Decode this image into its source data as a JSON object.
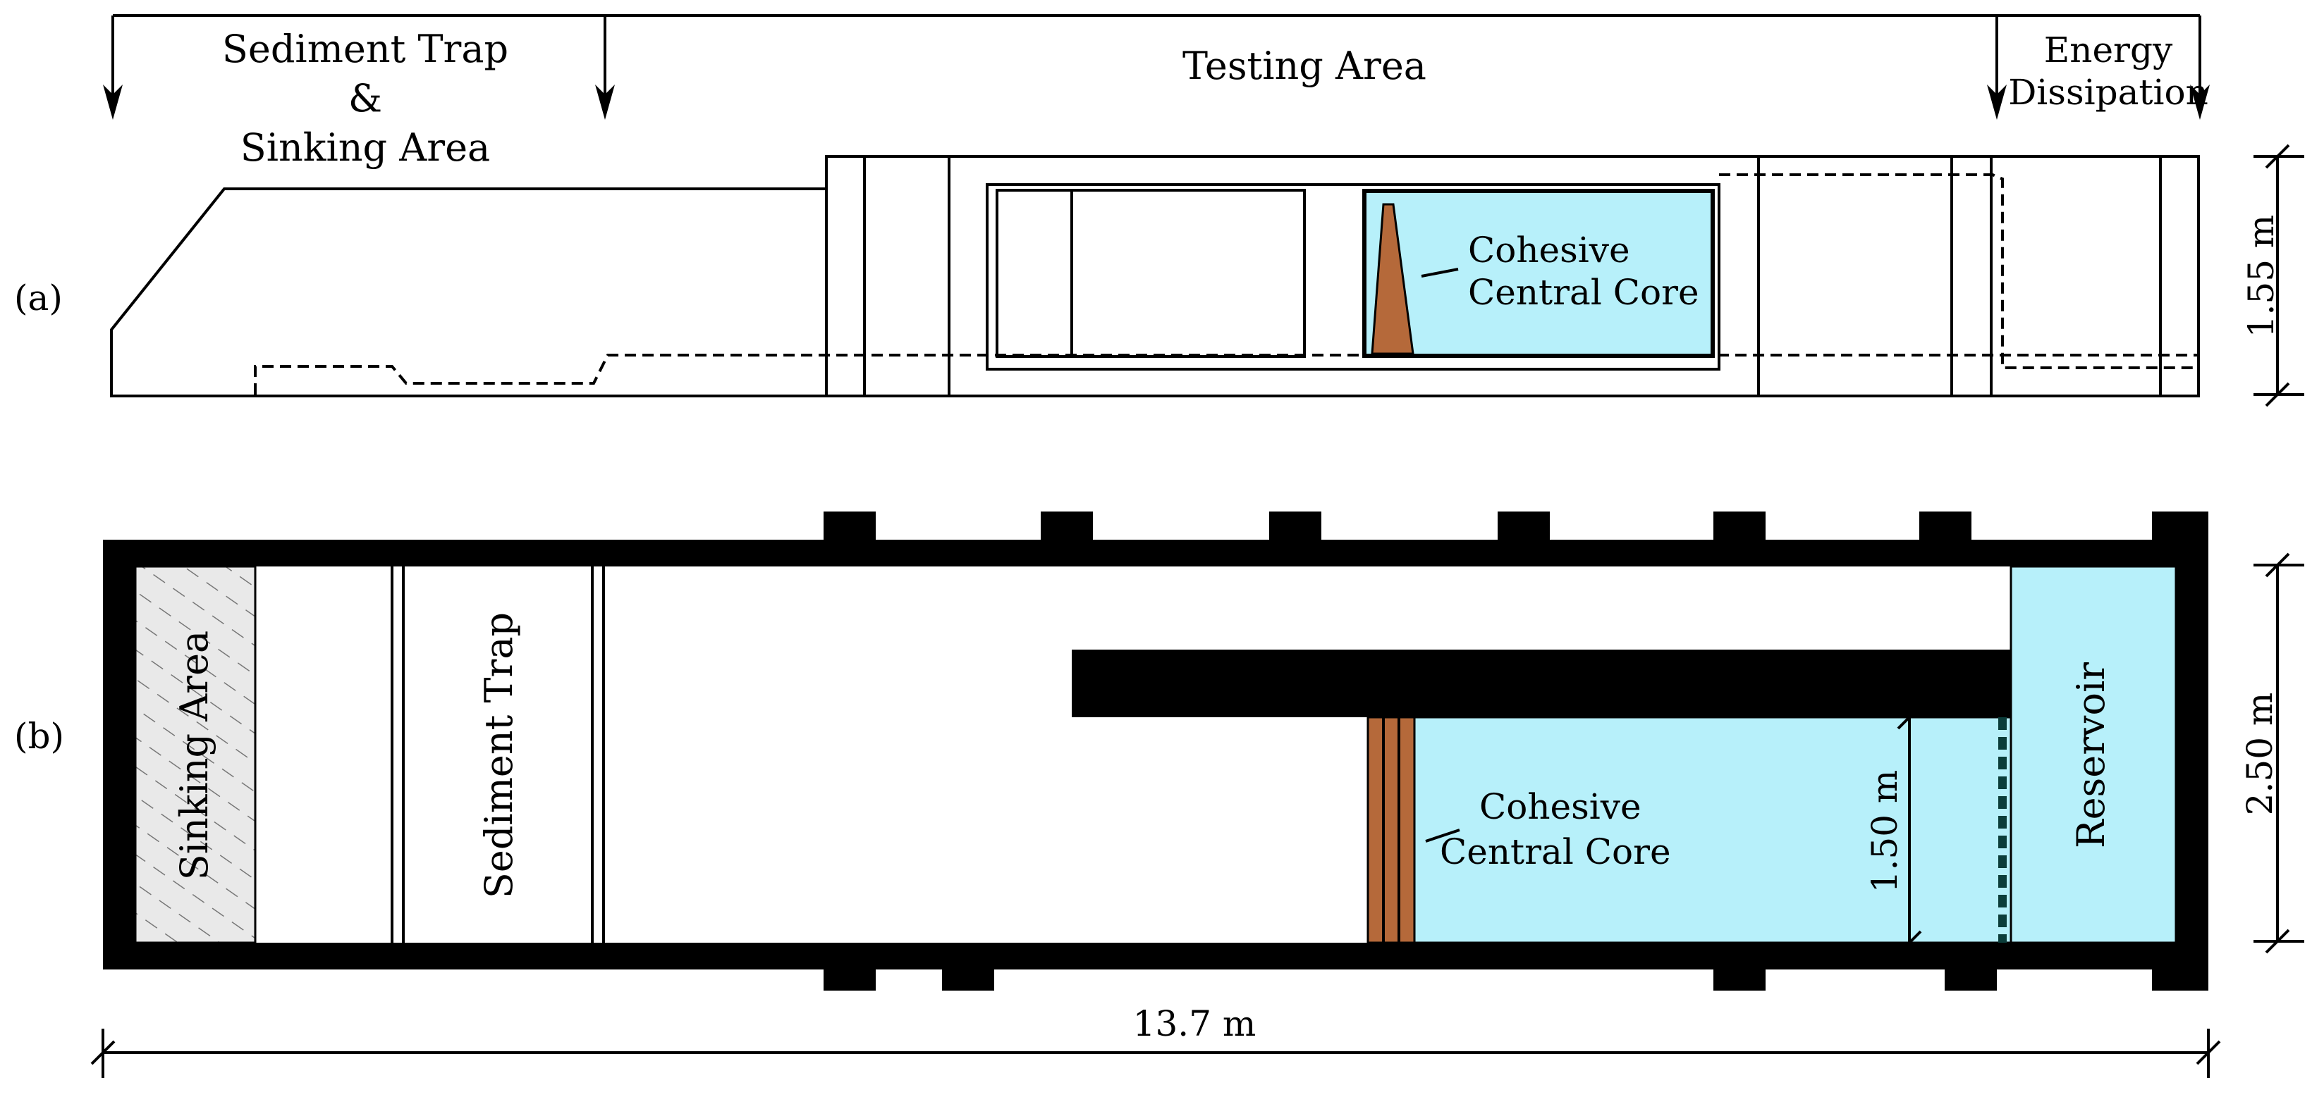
{
  "header": {
    "sediment_trap_line1": "Sediment Trap",
    "sediment_trap_line2": "&",
    "sediment_trap_line3": "Sinking Area",
    "testing_area": "Testing Area",
    "energy_line1": "Energy",
    "energy_line2": "Dissipation"
  },
  "panel_a": {
    "tag": "(a)",
    "core_line1": "Cohesive",
    "core_line2": "Central Core",
    "height_dim": "1.55 m"
  },
  "panel_b": {
    "tag": "(b)",
    "sinking_area": "Sinking Area",
    "sediment_trap": "Sediment Trap",
    "core_line1": "Cohesive",
    "core_line2": "Central Core",
    "inner_width_dim": "1.50 m",
    "reservoir": "Reservoir",
    "width_dim": "2.50 m",
    "length_dim": "13.7 m"
  },
  "colors": {
    "water": "#b7f0fa",
    "core": "#b5693a",
    "ink": "#000000",
    "hatch_fill": "#e9e9e9"
  },
  "icons": [
    "arrow-down-icon",
    "dimension-tick-icon"
  ]
}
